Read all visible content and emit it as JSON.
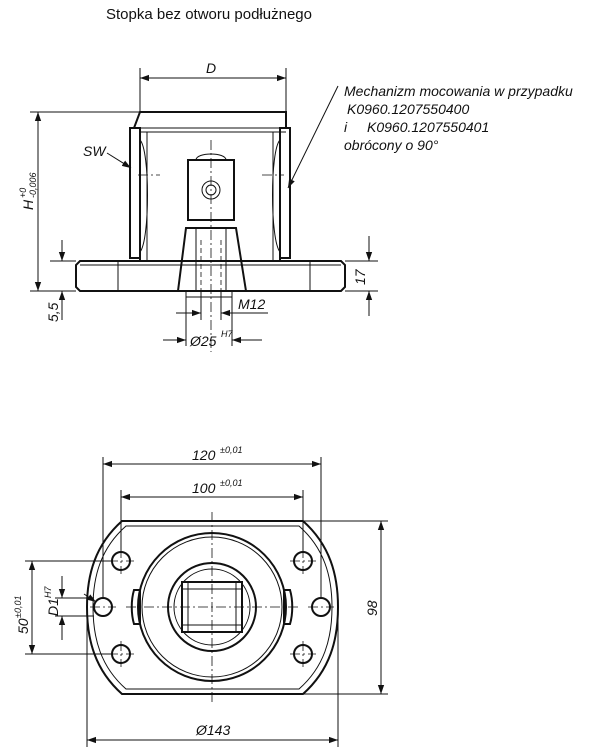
{
  "title": "Stopka bez otworu podłużnego",
  "note": {
    "line1": "Mechanizm mocowania w przypadku",
    "line2": "K0960.1207550400",
    "line3_prefix": "i",
    "line3": "K0960.1207550401",
    "line4": "obrócony o 90°"
  },
  "side_view": {
    "dim_D": "D",
    "dim_SW": "SW",
    "dim_H": "H",
    "dim_H_tol_upper": "+0",
    "dim_H_tol_lower": "-0,006",
    "dim_17": "17",
    "dim_5_5": "5,5",
    "dim_M12": "M12",
    "dim_d25": "Ø25",
    "dim_d25_tol": "H7"
  },
  "top_view": {
    "dim_120": "120",
    "dim_120_tol": "±0,01",
    "dim_100": "100",
    "dim_100_tol": "±0,01",
    "dim_50": "50",
    "dim_50_tol": "±0,01",
    "dim_D1": "D1",
    "dim_D1_tol": "H7",
    "dim_98": "98",
    "dim_143": "Ø143"
  }
}
